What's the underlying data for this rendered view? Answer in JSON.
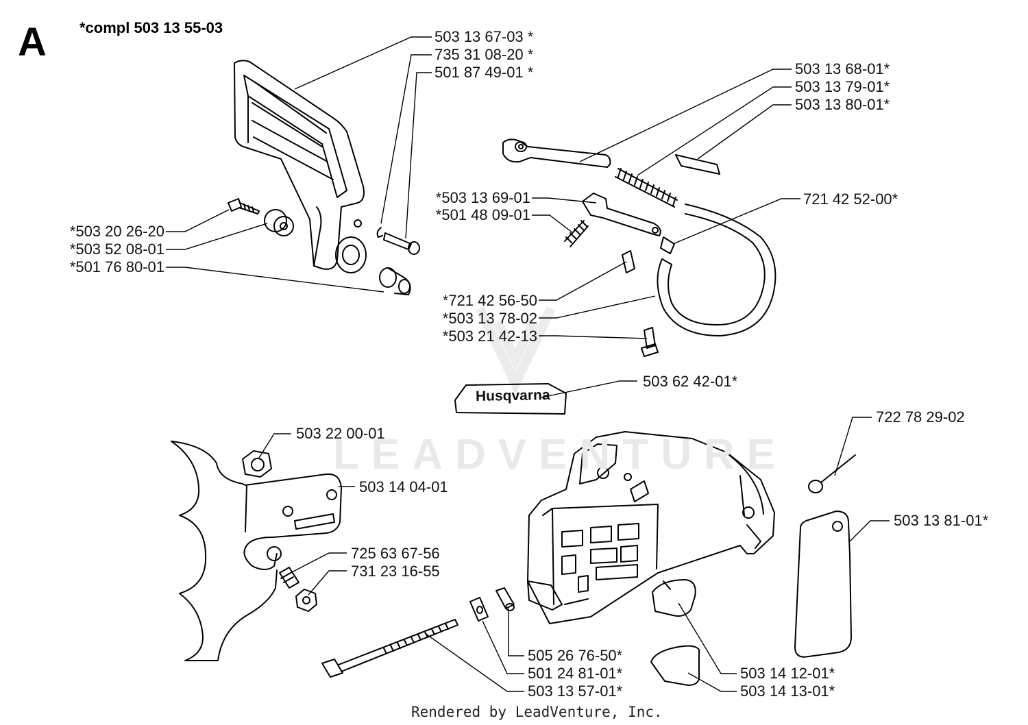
{
  "section_letter": "A",
  "assembly_note": "*compl 503 13 55-03",
  "watermark": "LEADVENTURE",
  "footer": "Rendered by LeadVenture, Inc.",
  "decal_text": "Husqvarna",
  "labels": {
    "p503136703": "503 13 67-03 *",
    "p735310820": "735 31 08-20 *",
    "p501874901": "501 87 49-01 *",
    "p503202620": "*503 20 26-20",
    "p503520801": "*503 52 08-01",
    "p501768001": "*501 76 80-01",
    "p503136801": "503 13 68-01*",
    "p503137901": "503 13 79-01*",
    "p503138001": "503 13 80-01*",
    "p503136901": "*503 13 69-01",
    "p501480901": "*501 48 09-01",
    "p721425200": "721 42 52-00*",
    "p721425650": "*721 42 56-50",
    "p503137802": "*503 13 78-02",
    "p503214213": "*503 21 42-13",
    "p503624201": "503 62 42-01*",
    "p503220001": "503 22 00-01",
    "p503140401": "503 14 04-01",
    "p722782902": "722 78 29-02",
    "p503138101": "503 13 81-01*",
    "p725636756": "725 63 67-56",
    "p731231655": "731 23 16-55",
    "p505267650": "505 26 76-50*",
    "p501248101": "501 24 81-01*",
    "p503135701": "503 13 57-01*",
    "p503141201": "503 14 12-01*",
    "p503141301": "503 14 13-01*"
  }
}
